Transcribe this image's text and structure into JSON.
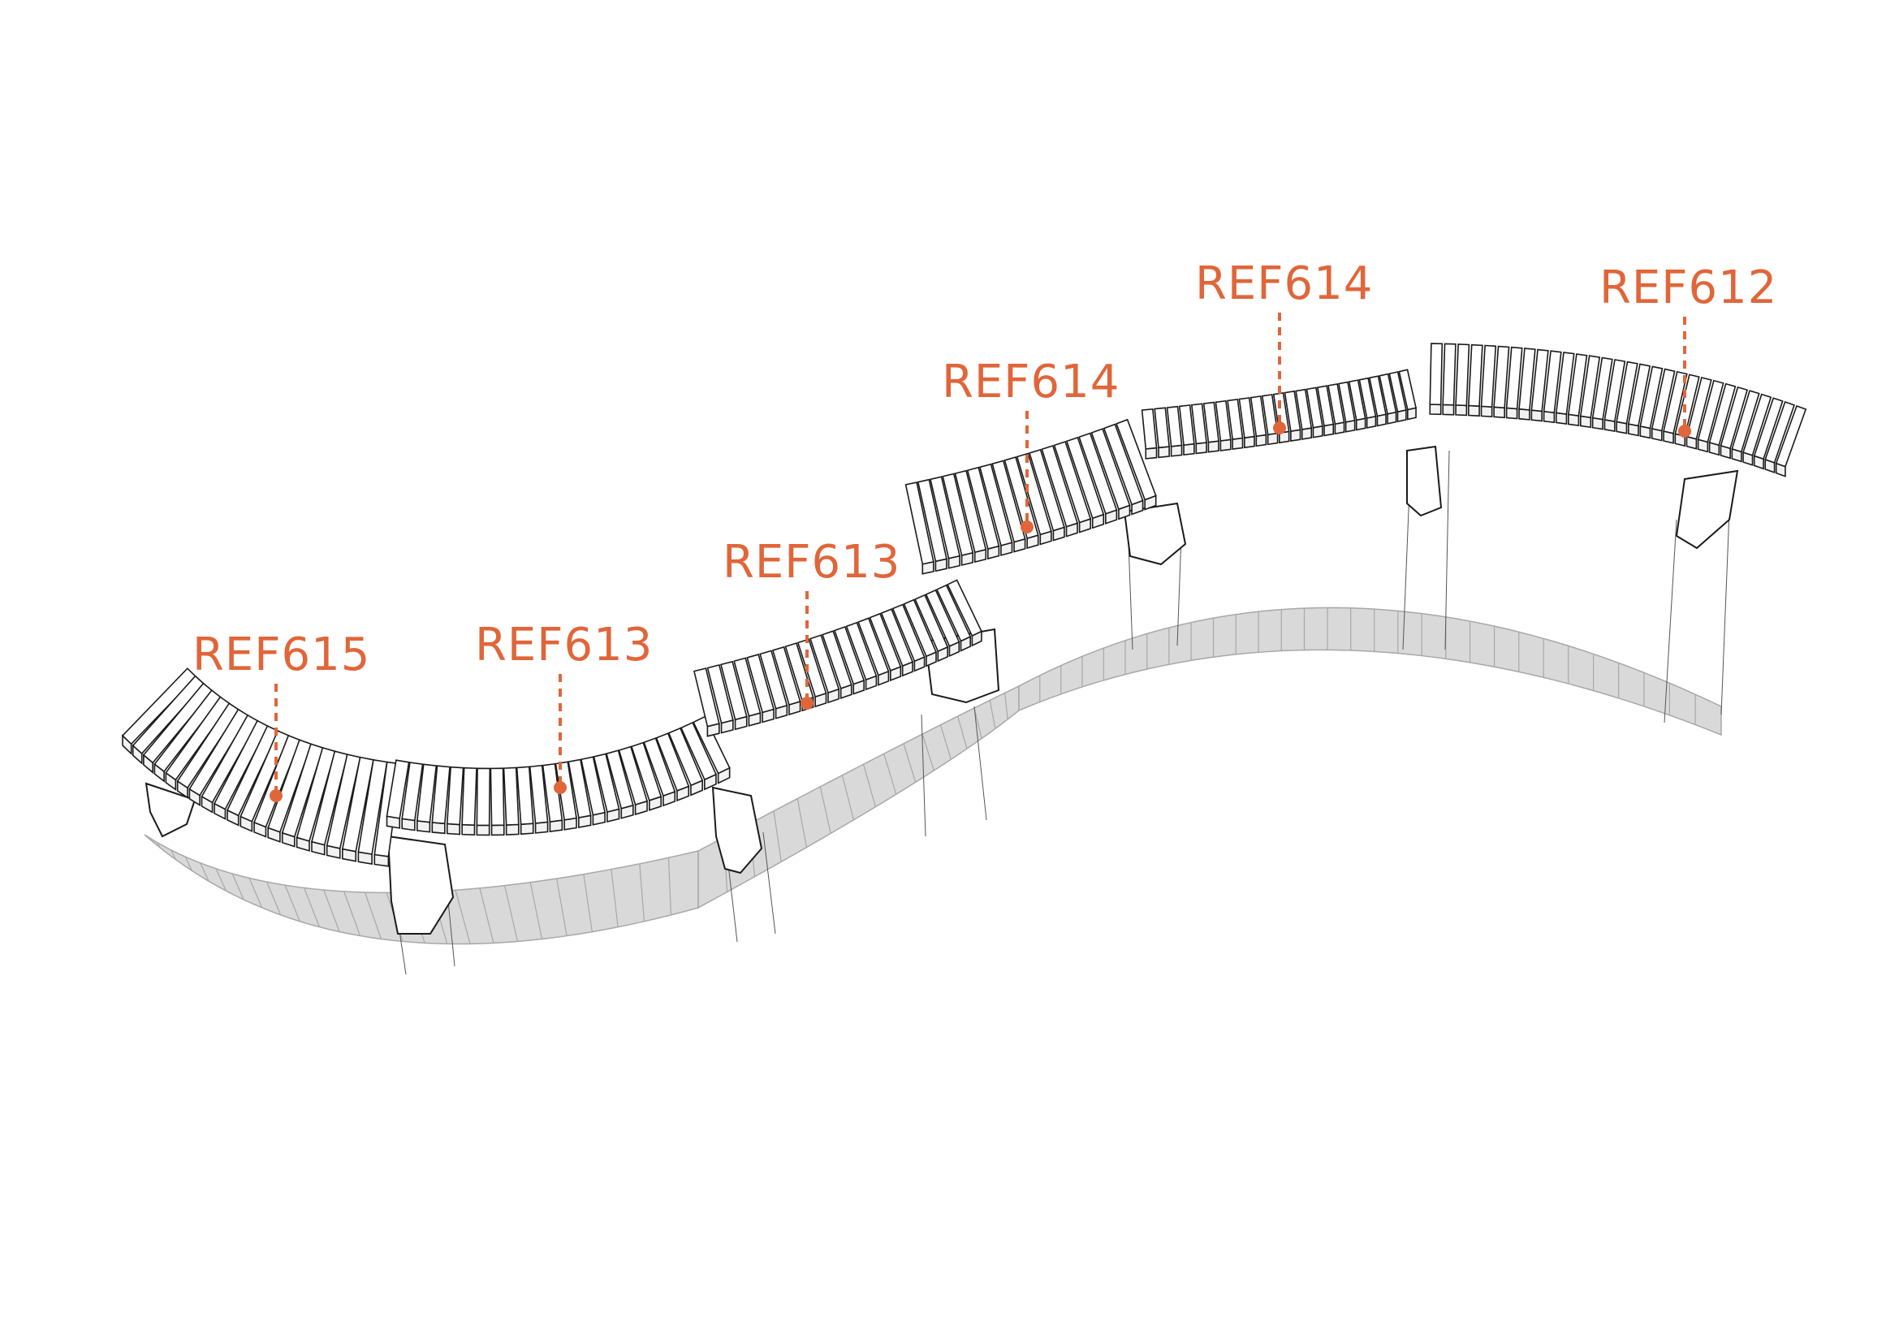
{
  "colors": {
    "accent": "#e0663a",
    "outline": "#1a1a1a",
    "ground_fill": "#d9d9d9",
    "ground_line": "#a8a8a8",
    "slat_fill": "#ffffff"
  },
  "callouts": [
    {
      "id": "ref615",
      "label": "REF615"
    },
    {
      "id": "ref613a",
      "label": "REF613"
    },
    {
      "id": "ref613b",
      "label": "REF613"
    },
    {
      "id": "ref614a",
      "label": "REF614"
    },
    {
      "id": "ref614b",
      "label": "REF614"
    },
    {
      "id": "ref612",
      "label": "REF612"
    }
  ]
}
